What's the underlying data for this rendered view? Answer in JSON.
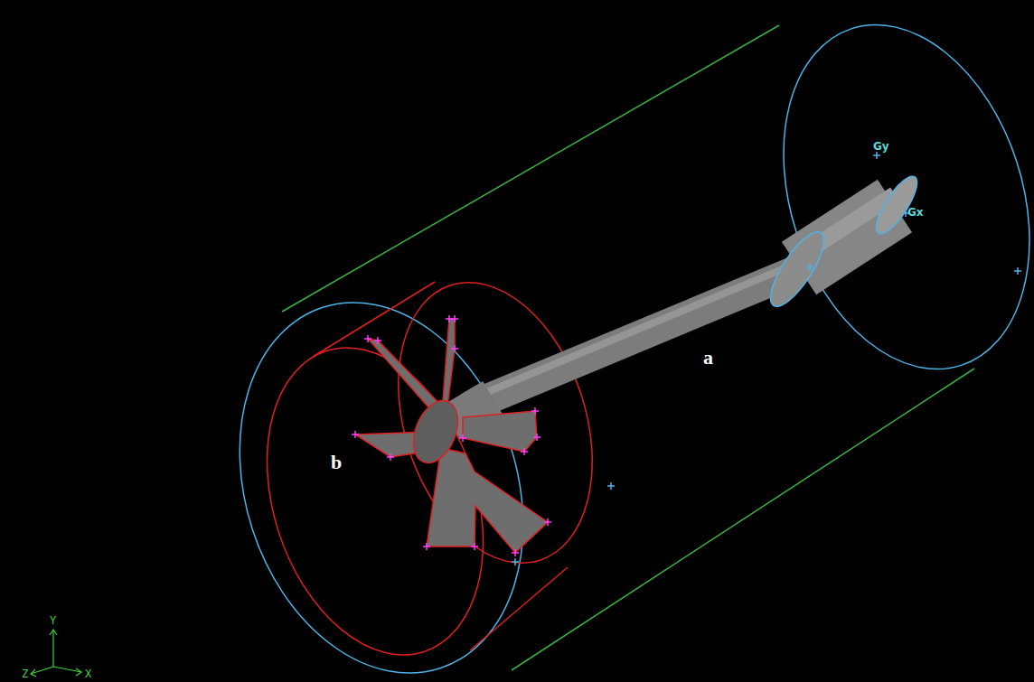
{
  "diagram": {
    "labels": [
      "Gy",
      "Gx",
      "a",
      "b",
      "Y",
      "Z",
      "X"
    ]
  }
}
